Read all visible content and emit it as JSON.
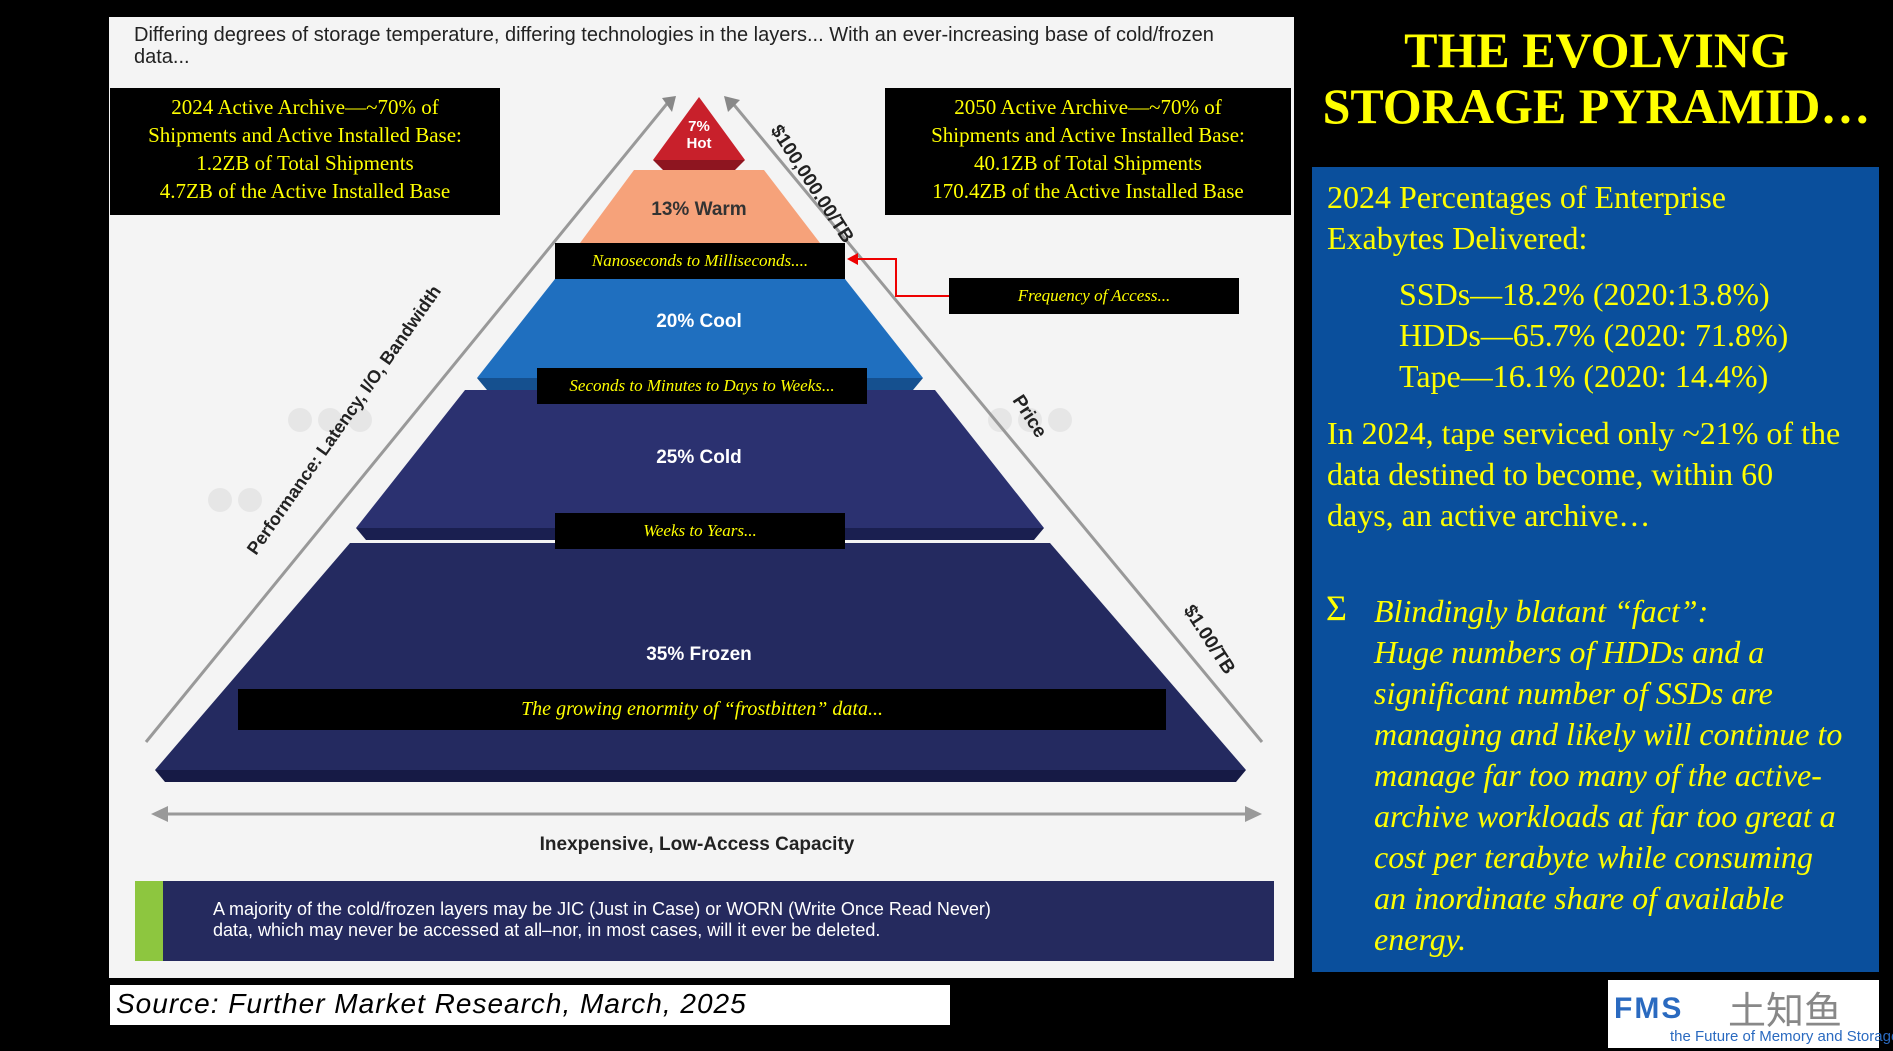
{
  "intro": "Differing degrees of storage temperature, differing technologies in the layers... With an ever-increasing base of cold/frozen data...",
  "box_2024": [
    "2024 Active Archive—~70% of",
    "Shipments and Active Installed Base:",
    "1.2ZB of Total Shipments",
    "4.7ZB of the Active Installed Base"
  ],
  "box_2050": [
    "2050 Active Archive—~70% of",
    "Shipments and Active Installed Base:",
    "40.1ZB of Total Shipments",
    "170.4ZB of the Active Installed Base"
  ],
  "pyramid": {
    "layers": [
      {
        "pct": "7%",
        "name": "Hot",
        "color": "#c8202b"
      },
      {
        "label": "13% Warm",
        "color": "#f6a27a"
      },
      {
        "label": "20% Cool",
        "color": "#1f6fbf"
      },
      {
        "label": "25% Cold",
        "color": "#2b3170"
      },
      {
        "label": "35% Frozen",
        "color": "#242a60"
      }
    ],
    "access": [
      "Nanoseconds to Milliseconds....",
      "Seconds to Minutes to Days to Weeks...",
      "Weeks to Years..."
    ],
    "frozen_note": "The growing enormity of  “frostbitten” data...",
    "frequency": "Frequency of Access...",
    "price_top": "$100,000.00/TB",
    "price": "Price",
    "price_bottom": "$1.00/TB",
    "performance": "Performance: Latency, I/O, Bandwidth",
    "base": "Inexpensive, Low-Access Capacity"
  },
  "note": [
    "A majority of the cold/frozen layers may be JIC (Just in Case) or WORN (Write Once Read Never)",
    "data, which may never be accessed at all–nor, in most cases, will it ever be deleted."
  ],
  "source": "Source: Further Market Research, March, 2025",
  "title": [
    "THE EVOLVING",
    "STORAGE PYRAMID…"
  ],
  "blue": {
    "heading": [
      "2024 Percentages of Enterprise",
      "Exabytes Delivered:"
    ],
    "stats": [
      "SSDs—18.2% (2020:13.8%)",
      "HDDs—65.7% (2020: 71.8%)",
      "Tape—16.1% (2020: 14.4%)"
    ],
    "tape": [
      "In 2024, tape serviced only ~21% of the",
      "data destined to become, within 60",
      "days, an active archive…"
    ],
    "bullet": "Σ",
    "fact": [
      "Blindingly blatant “fact”:",
      "Huge numbers of HDDs and a",
      "significant number of SSDs are",
      "managing and likely will continue to",
      "manage far too many of the active-",
      "archive workloads at far too great a",
      "cost per terabyte while consuming",
      "an inordinate share of available",
      "energy."
    ]
  },
  "logo": {
    "brand": "FMS",
    "tagline": "the Future of Memory and Storage",
    "watermark": "土知鱼"
  }
}
